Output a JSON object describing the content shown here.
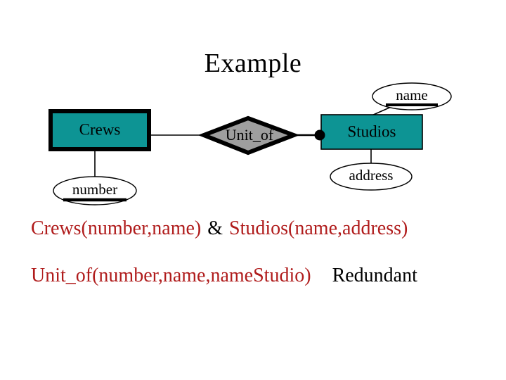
{
  "slide": {
    "title": "Example",
    "background_color": "#ffffff"
  },
  "colors": {
    "entity_fill": "#0d9494",
    "relationship_fill": "#9e9e9e",
    "attribute_fill": "#ffffff",
    "stroke": "#000000",
    "schema_red": "#b01c1c",
    "schema_black": "#000000"
  },
  "diagram": {
    "entities": [
      {
        "id": "crews",
        "label": "Crews",
        "border": "thick"
      },
      {
        "id": "studios",
        "label": "Studios",
        "border": "thin"
      }
    ],
    "relationships": [
      {
        "id": "unit_of",
        "label": "Unit_of"
      }
    ],
    "attributes": [
      {
        "id": "number",
        "label": "number",
        "key": true,
        "owner": "crews"
      },
      {
        "id": "name",
        "label": "name",
        "key": true,
        "owner": "studios"
      },
      {
        "id": "address",
        "label": "address",
        "key": false,
        "owner": "studios"
      }
    ],
    "connectors": [
      {
        "from": "crews",
        "to": "unit_of",
        "marker": "none"
      },
      {
        "from": "unit_of",
        "to": "studios",
        "marker": "filled-dot"
      },
      {
        "from": "crews",
        "to": "number",
        "marker": "none"
      },
      {
        "from": "studios",
        "to": "name",
        "marker": "none"
      },
      {
        "from": "studios",
        "to": "address",
        "marker": "none"
      }
    ]
  },
  "schema": {
    "line1": {
      "part1": "Crews(number,name)",
      "operator": "&",
      "part2": "Studios(name,address)"
    },
    "line2": {
      "part1": "Unit_of(number,name,nameStudio)",
      "note": "Redundant"
    }
  }
}
